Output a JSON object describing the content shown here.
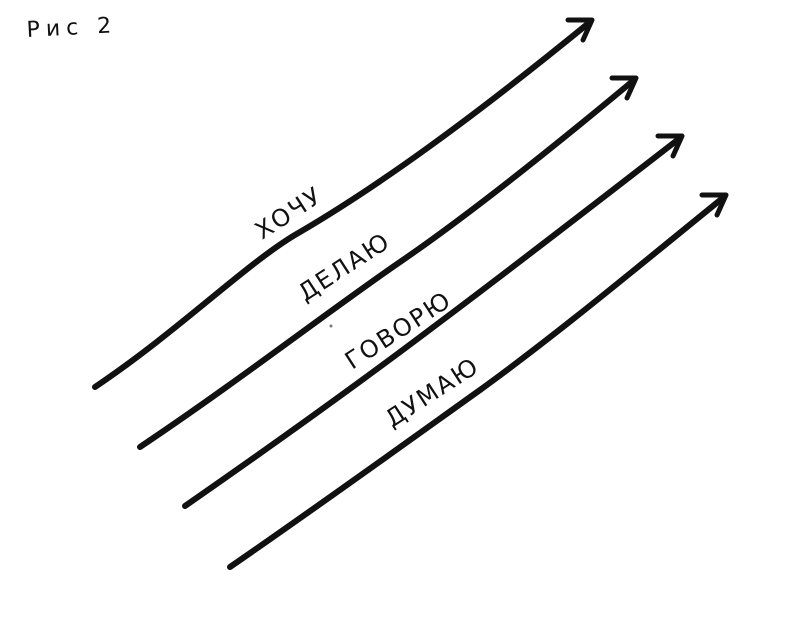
{
  "figure": {
    "label": "Рис 2"
  },
  "arrows": [
    {
      "label": "ХОЧУ"
    },
    {
      "label": "ДЕЛАЮ"
    },
    {
      "label": "ГОВОРЮ"
    },
    {
      "label": "ДУМАЮ"
    }
  ],
  "colors": {
    "ink": "#111111",
    "paper": "#ffffff"
  }
}
